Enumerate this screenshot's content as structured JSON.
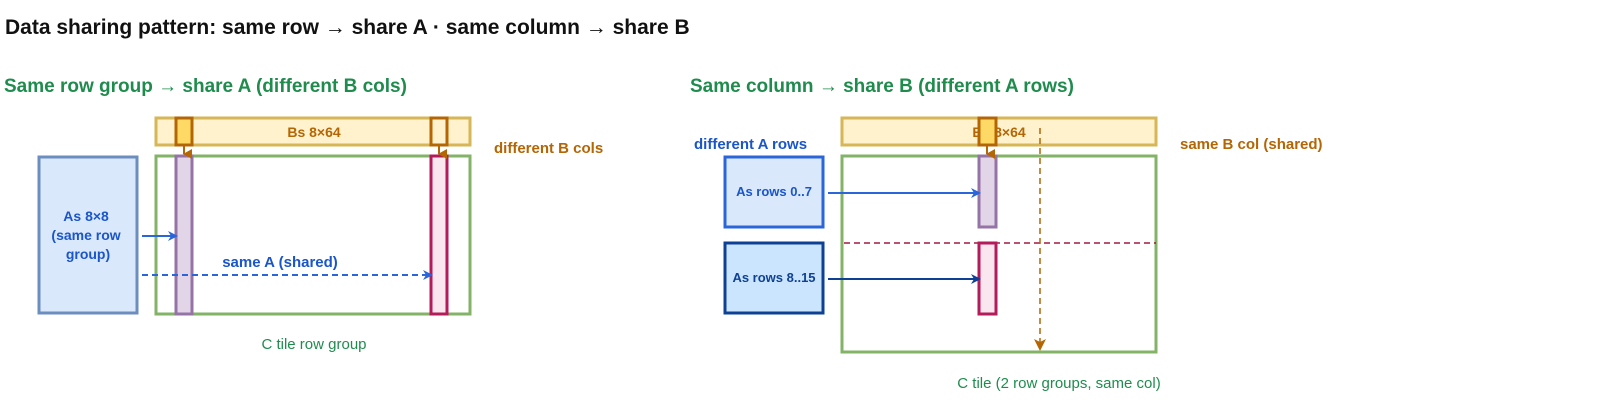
{
  "title": "Data sharing pattern: same row → share A · same column → share B",
  "colors": {
    "green": "#1f8c4e",
    "tile_border": "#82b366",
    "bs_border": "#d6b656",
    "bs_fill": "#fff2cc",
    "orange": "#b46504",
    "blue_text": "#1a56c9",
    "blue_arrow": "#2a66d9",
    "purple_border": "#9673a6",
    "purple_fill": "#e1d5e7",
    "crimson": "#b31b5a",
    "crimson_fill": "#f9e6ee",
    "light_blue_fill": "#dae8fc",
    "mid_blue_fill": "#cce5ff",
    "dark_blue": "#0e4194",
    "dark_red_dash": "#a1183f"
  },
  "left": {
    "heading": "Same row group → share A (different B cols)",
    "bs_label": "Bs 8×64",
    "diff_b_cols": "different B cols",
    "as_label": [
      "As 8×8",
      "(same row",
      "group)"
    ],
    "shared_label": "same A (shared)",
    "caption": "C tile row group"
  },
  "right": {
    "heading": "Same column → share B (different A rows)",
    "bs_label": "Bs 8×64",
    "diff_a_rows": "different A rows",
    "same_b_col": "same B col (shared)",
    "as_top": "As rows 0..7",
    "as_bottom": "As rows 8..15",
    "caption": "C tile (2 row groups, same col)"
  }
}
